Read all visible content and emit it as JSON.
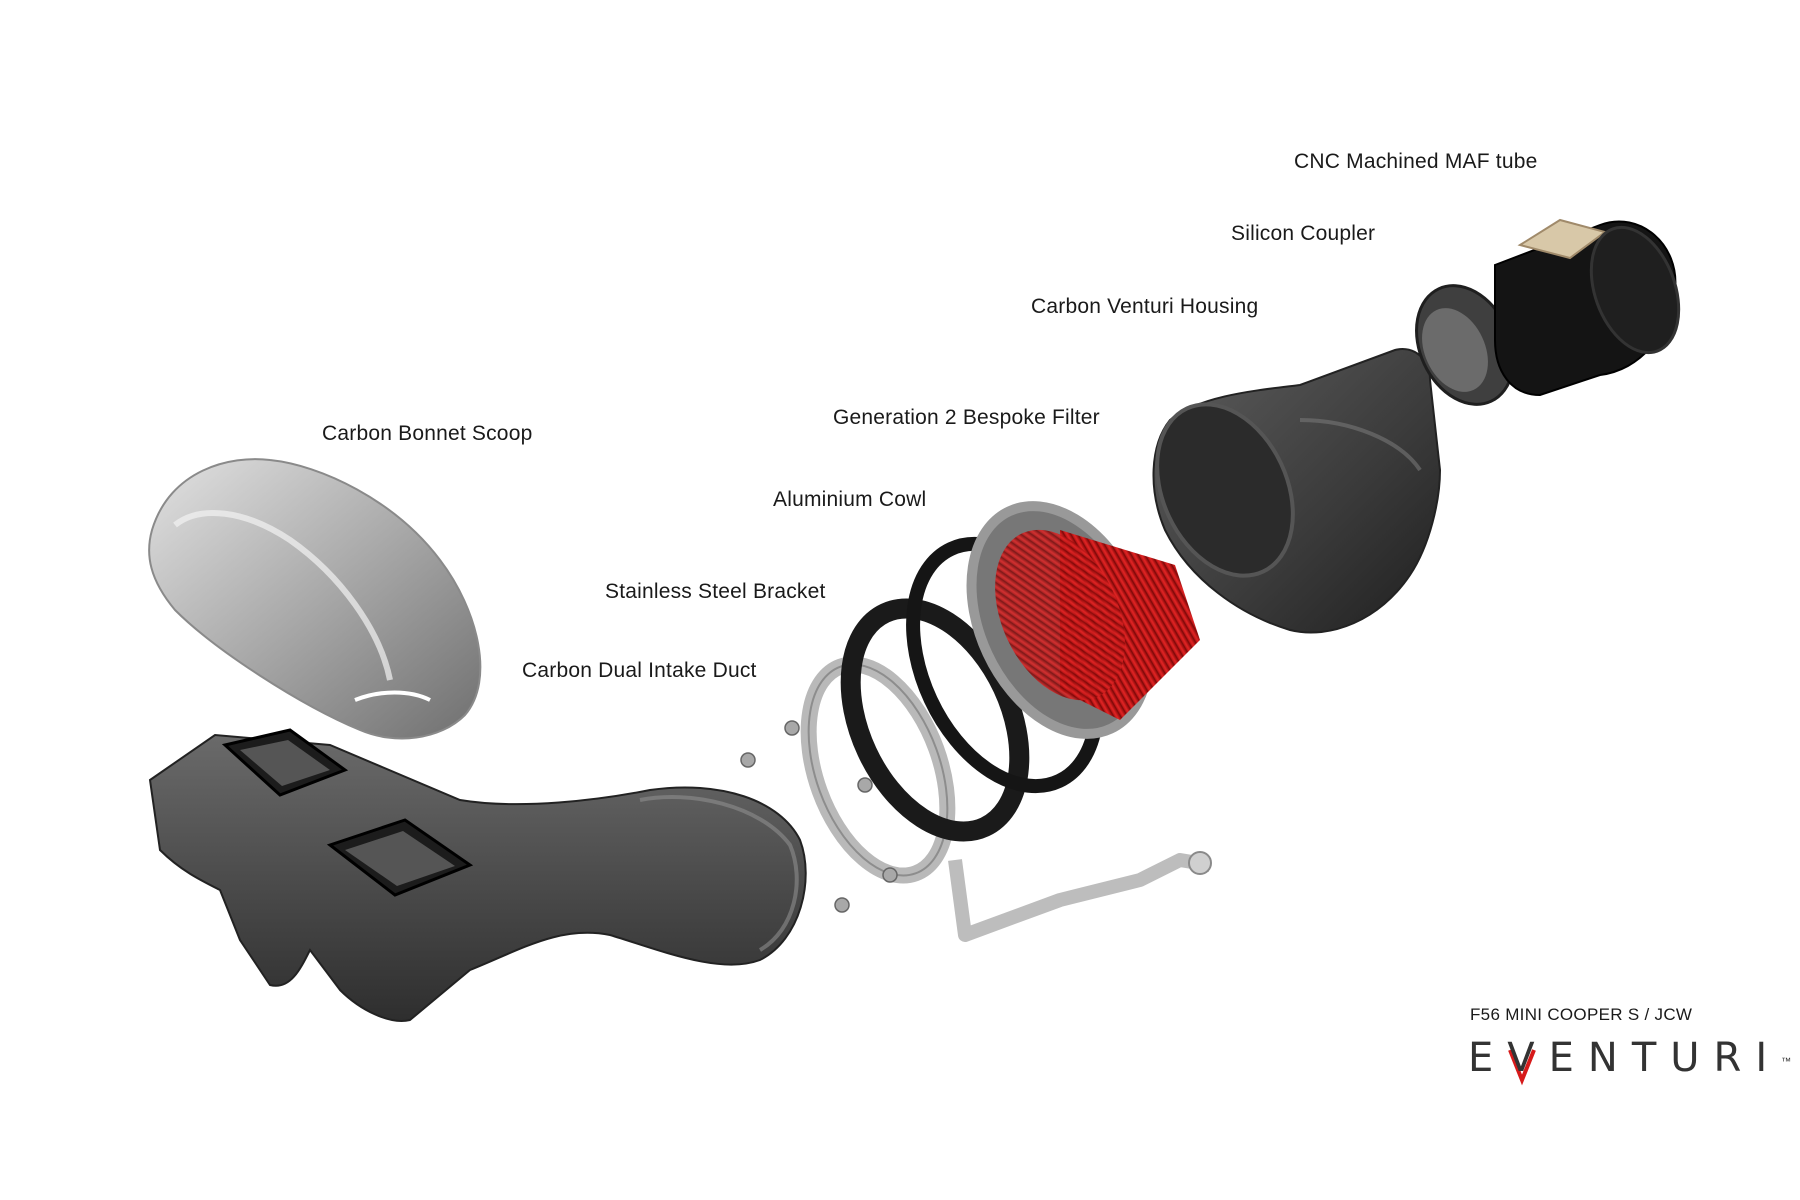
{
  "labels": {
    "maf_tube": "CNC Machined MAF tube",
    "silicon_coupler": "Silicon Coupler",
    "venturi_housing": "Carbon Venturi Housing",
    "filter": "Generation 2 Bespoke Filter",
    "cowl": "Aluminium Cowl",
    "bracket": "Stainless Steel Bracket",
    "bonnet_scoop": "Carbon Bonnet Scoop",
    "intake_duct": "Carbon Dual Intake Duct"
  },
  "footer": {
    "model": "F56 MINI COOPER S / JCW",
    "brand": "EVENTURI",
    "trademark": "™"
  },
  "colors": {
    "filter_red": "#d61a1a",
    "carbon_dark": "#3a3a3a",
    "scoop_grey": "#b5b5b5",
    "steel": "#c8c8c8"
  }
}
